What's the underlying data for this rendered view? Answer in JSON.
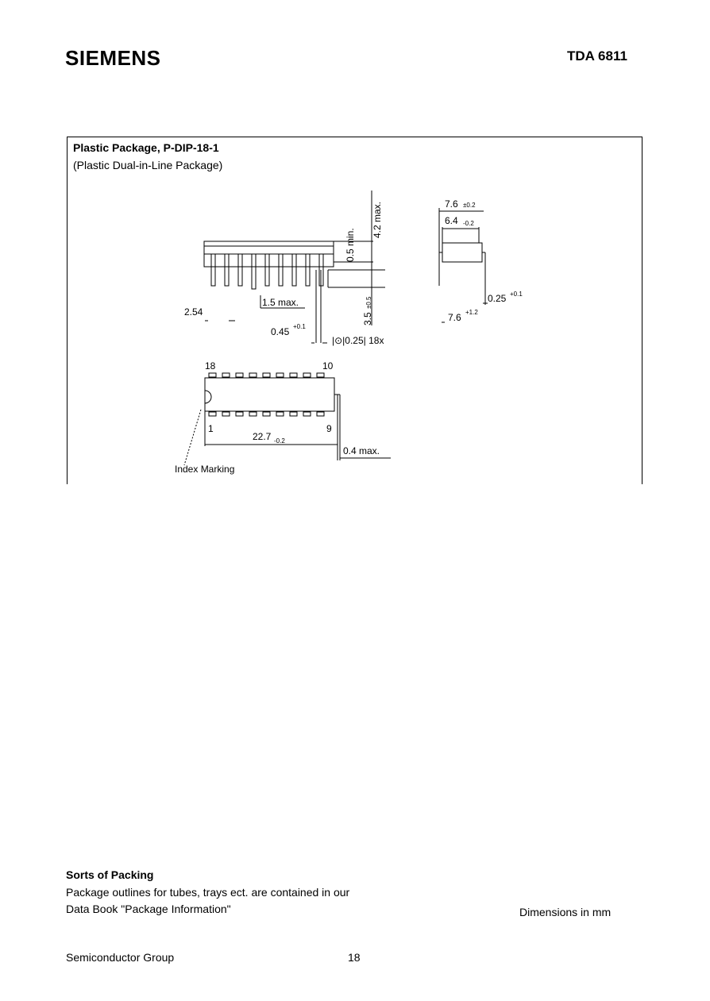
{
  "header": {
    "brand": "SIEMENS",
    "part_number": "TDA 6811"
  },
  "package": {
    "title": "Plastic Package, P-DIP-18-1",
    "subtitle": "(Plastic Dual-in-Line Package)"
  },
  "drawing_labels": {
    "dim_4_2_max": "4.2 max.",
    "dim_0_5_min": "0.5 min.",
    "dim_3_5": "3.5",
    "dim_3_5_tol": "±0.5",
    "dim_1_5_max": "1.5 max.",
    "dim_2_54": "2.54",
    "dim_0_45": "0.45",
    "dim_0_45_tol": "+0.1",
    "dim_0_25_18x": "|⊙|0.25| 18x",
    "dim_7_6_top": "7.6",
    "dim_7_6_top_tol": "±0.2",
    "dim_6_4": "6.4",
    "dim_6_4_tol": "-0.2",
    "dim_0_25": "0.25",
    "dim_0_25_tol": "+0.1",
    "dim_7_6_bottom": "7.6",
    "dim_7_6_bottom_tol": "+1.2",
    "pin_18": "18",
    "pin_10": "10",
    "pin_1": "1",
    "pin_9": "9",
    "dim_22_7": "22.7",
    "dim_22_7_tol": "-0.2",
    "dim_0_4_max": "0.4 max.",
    "index_marking": "Index Marking"
  },
  "sorts": {
    "heading": "Sorts of Packing",
    "line1": "Package outlines for tubes, trays ect. are contained in our",
    "line2": "Data Book \"Package Information\""
  },
  "dimensions_note": "Dimensions in mm",
  "footer": {
    "group": "Semiconductor Group",
    "page_number": "18"
  }
}
